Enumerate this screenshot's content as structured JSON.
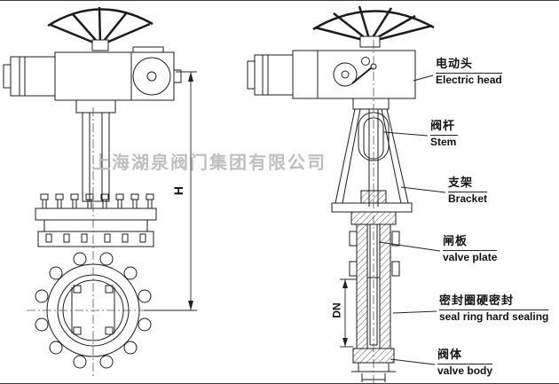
{
  "watermark": "上海湖泉阀门集团有限公司",
  "dimensions": {
    "height": "H",
    "bore": "DN"
  },
  "callouts": [
    {
      "zh": "电动头",
      "en": "Electric head"
    },
    {
      "zh": "阀杆",
      "en": "Stem"
    },
    {
      "zh": "支架",
      "en": "Bracket"
    },
    {
      "zh": "闸板",
      "en": "valve plate"
    },
    {
      "zh": "密封圈硬密封",
      "en": "seal ring hard sealing"
    },
    {
      "zh": "阀体",
      "en": "valve body"
    }
  ]
}
